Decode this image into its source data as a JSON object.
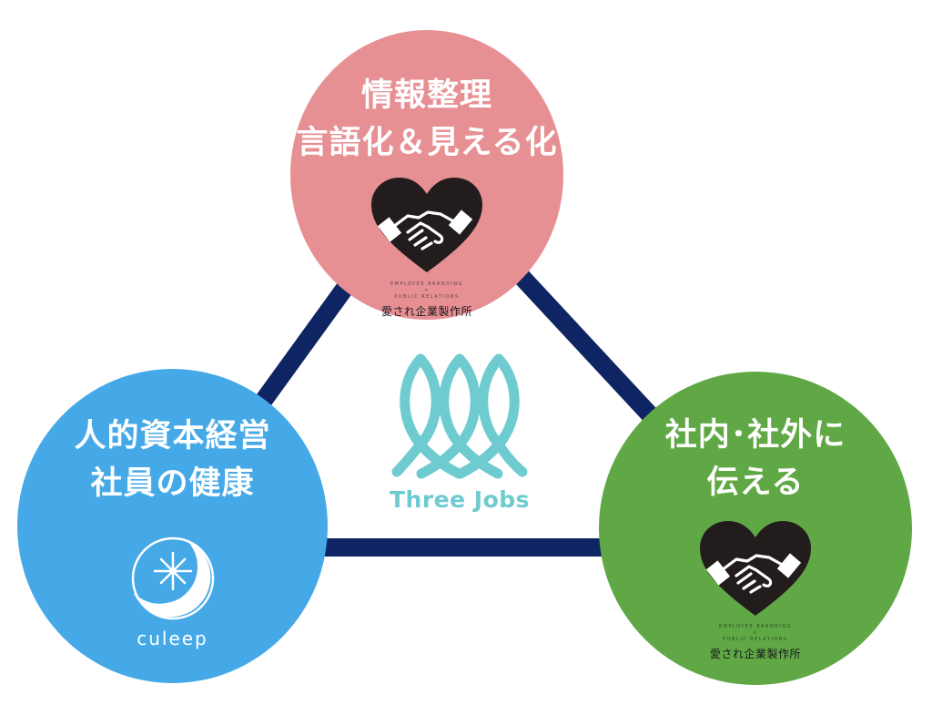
{
  "colors": {
    "triangle": "#0f2462",
    "top_circle": "#e79094",
    "left_circle": "#45a9e8",
    "right_circle": "#60a845",
    "heart": "#231c1d",
    "teal_logo": "#6ecbd0"
  },
  "top_node": {
    "title": "情報整理\n言語化＆見える化",
    "icon": "heart-handshake-icon",
    "tiny_text_1": "EMPLOYEE BRANDING",
    "tiny_text_2": "×",
    "tiny_text_3": "PUBLIC RELATIONS",
    "company": "愛され企業製作所"
  },
  "left_node": {
    "title": "人的資本経営\n社員の健康",
    "icon": "crescent-moon-star-icon",
    "brand": "culeep"
  },
  "right_node": {
    "title": "社内･社外に\n伝える",
    "icon": "heart-handshake-icon",
    "tiny_text_1": "EMPLOYEE BRANDING",
    "tiny_text_2": "×",
    "tiny_text_3": "PUBLIC RELATIONS",
    "company": "愛され企業製作所"
  },
  "center": {
    "icon": "three-fish-loop-icon",
    "brand": "Three Jobs"
  }
}
